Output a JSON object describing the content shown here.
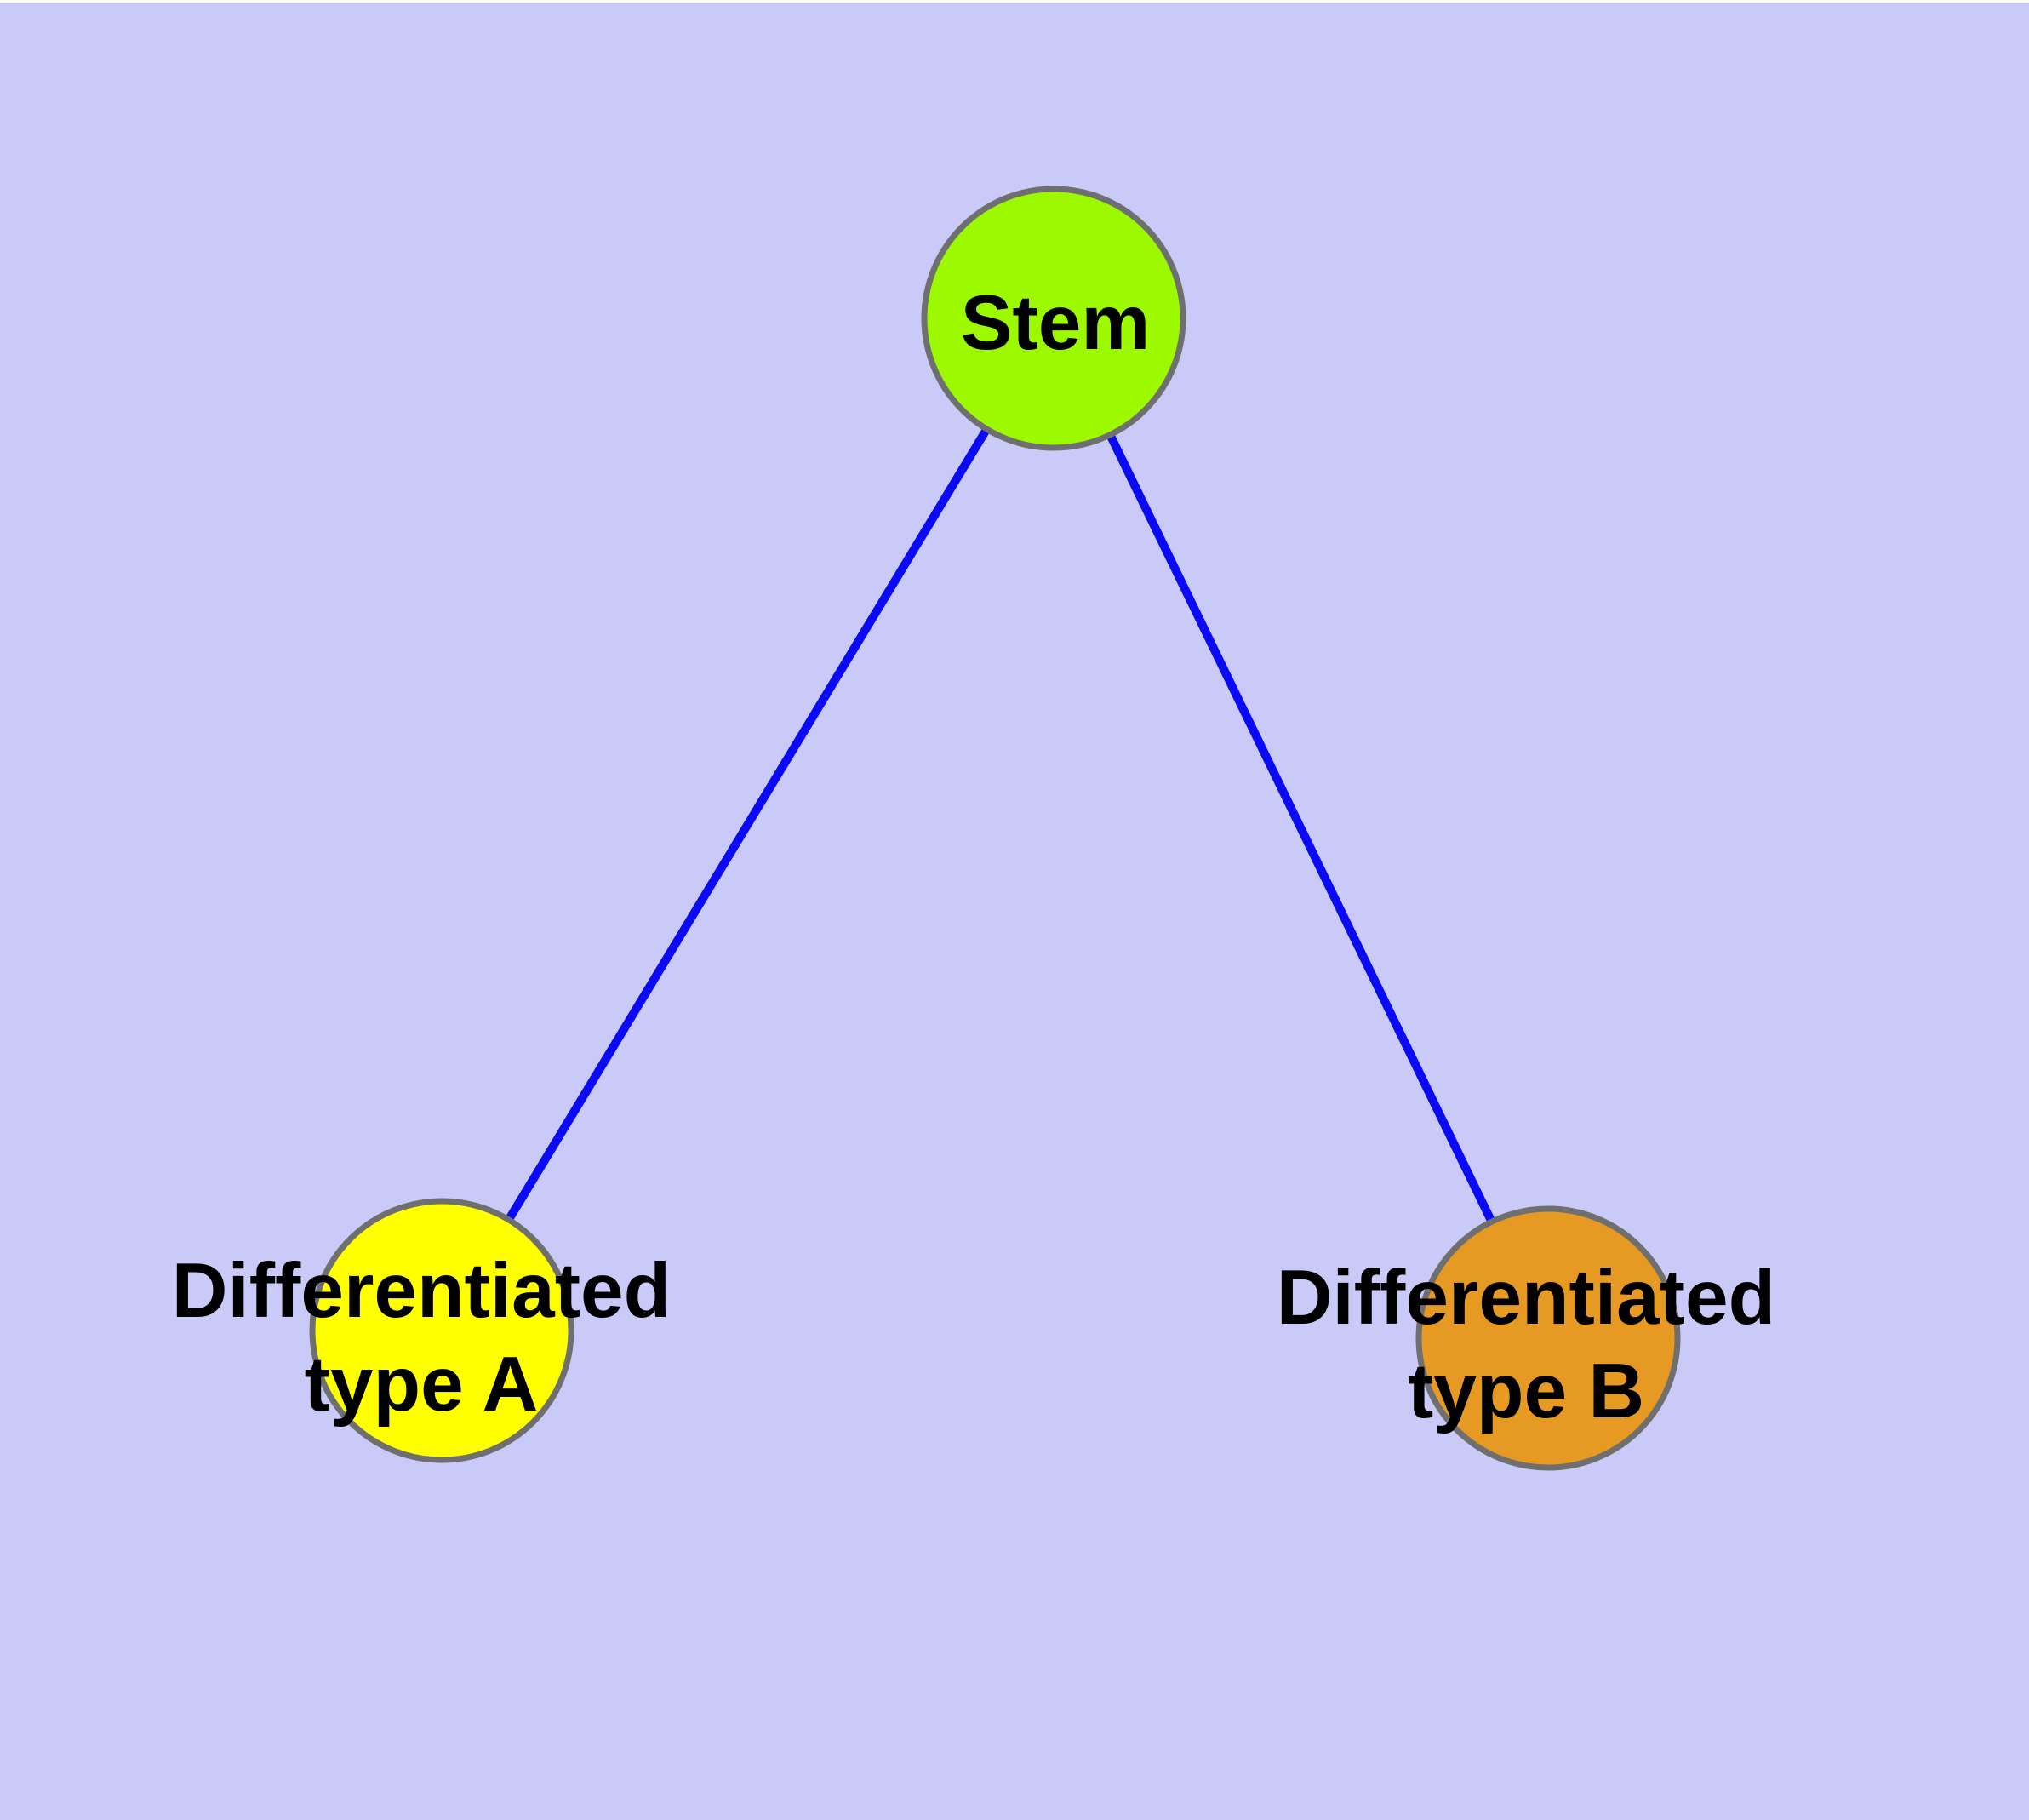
{
  "canvas": {
    "page_background": "#FFFFFF",
    "panel_color": "#CACAF8"
  },
  "graph": {
    "label_color": "#000000",
    "node_border_color": "#6F6F6F",
    "edge_color": "#0A0AF5",
    "nodes": [
      {
        "id": "stem",
        "label": "Stem",
        "color": "#9CF900"
      },
      {
        "id": "type-a",
        "label_line1": "Differentiated",
        "label_line2": "type A",
        "color": "#FFFF00"
      },
      {
        "id": "type-b",
        "label_line1": "Differentiated",
        "label_line2": "type B",
        "color": "#E69A23"
      }
    ],
    "edges": [
      {
        "from": "stem",
        "to": "type-a"
      },
      {
        "from": "stem",
        "to": "type-b"
      }
    ]
  }
}
